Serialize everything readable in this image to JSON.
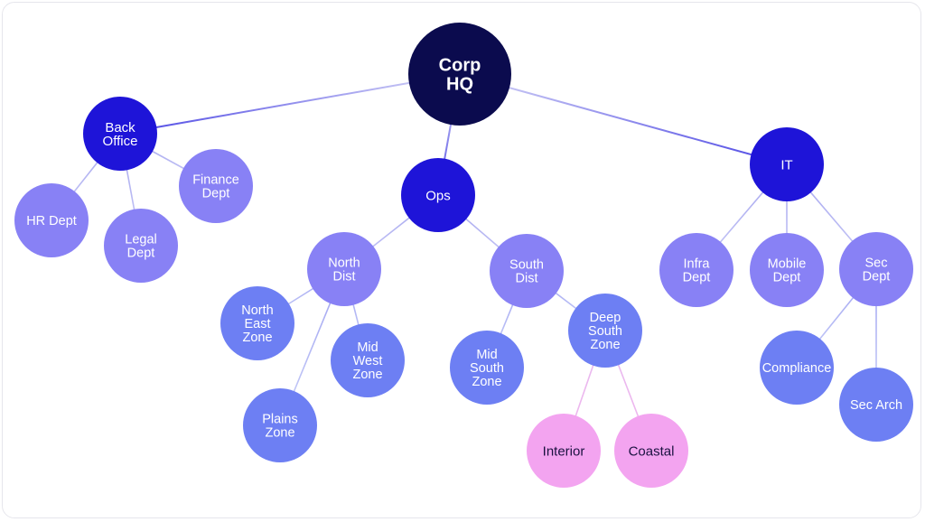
{
  "diagram": {
    "colors": {
      "root": "#0b0b4e",
      "level1": "#1e14d8",
      "level2": "#8881f5",
      "level3": "#6d7ff3",
      "leaf_pink": "#f3a4f0",
      "text_light": "#ffffff",
      "text_dark": "#1a1240"
    },
    "nodes": [
      {
        "id": "corp-hq",
        "label": [
          "Corp",
          "HQ"
        ],
        "level": "root"
      },
      {
        "id": "back-office",
        "label": [
          "Back",
          "Office"
        ],
        "level": "level1"
      },
      {
        "id": "ops",
        "label": [
          "Ops"
        ],
        "level": "level1"
      },
      {
        "id": "it",
        "label": [
          "IT"
        ],
        "level": "level1"
      },
      {
        "id": "hr-dept",
        "label": [
          "HR Dept"
        ],
        "level": "level2"
      },
      {
        "id": "legal-dept",
        "label": [
          "Legal",
          "Dept"
        ],
        "level": "level2"
      },
      {
        "id": "finance-dept",
        "label": [
          "Finance",
          "Dept"
        ],
        "level": "level2"
      },
      {
        "id": "north-dist",
        "label": [
          "North",
          "Dist"
        ],
        "level": "level2"
      },
      {
        "id": "south-dist",
        "label": [
          "South",
          "Dist"
        ],
        "level": "level2"
      },
      {
        "id": "infra-dept",
        "label": [
          "Infra",
          "Dept"
        ],
        "level": "level2"
      },
      {
        "id": "mobile-dept",
        "label": [
          "Mobile",
          "Dept"
        ],
        "level": "level2"
      },
      {
        "id": "sec-dept",
        "label": [
          "Sec",
          "Dept"
        ],
        "level": "level2"
      },
      {
        "id": "north-east-zone",
        "label": [
          "North",
          "East",
          "Zone"
        ],
        "level": "level3"
      },
      {
        "id": "plains-zone",
        "label": [
          "Plains",
          "Zone"
        ],
        "level": "level3"
      },
      {
        "id": "mid-west-zone",
        "label": [
          "Mid",
          "West",
          "Zone"
        ],
        "level": "level3"
      },
      {
        "id": "mid-south-zone",
        "label": [
          "Mid",
          "South",
          "Zone"
        ],
        "level": "level3"
      },
      {
        "id": "deep-south-zone",
        "label": [
          "Deep",
          "South",
          "Zone"
        ],
        "level": "level3"
      },
      {
        "id": "compliance",
        "label": [
          "Compliance"
        ],
        "level": "level3"
      },
      {
        "id": "sec-arch",
        "label": [
          "Sec Arch"
        ],
        "level": "level3"
      },
      {
        "id": "interior",
        "label": [
          "Interior"
        ],
        "level": "leaf_pink"
      },
      {
        "id": "coastal",
        "label": [
          "Coastal"
        ],
        "level": "leaf_pink"
      }
    ],
    "edges": [
      {
        "from": "corp-hq",
        "to": "back-office"
      },
      {
        "from": "corp-hq",
        "to": "ops"
      },
      {
        "from": "corp-hq",
        "to": "it"
      },
      {
        "from": "back-office",
        "to": "hr-dept"
      },
      {
        "from": "back-office",
        "to": "legal-dept"
      },
      {
        "from": "back-office",
        "to": "finance-dept"
      },
      {
        "from": "ops",
        "to": "north-dist"
      },
      {
        "from": "ops",
        "to": "south-dist"
      },
      {
        "from": "north-dist",
        "to": "north-east-zone"
      },
      {
        "from": "north-dist",
        "to": "plains-zone"
      },
      {
        "from": "north-dist",
        "to": "mid-west-zone"
      },
      {
        "from": "south-dist",
        "to": "mid-south-zone"
      },
      {
        "from": "south-dist",
        "to": "deep-south-zone"
      },
      {
        "from": "deep-south-zone",
        "to": "interior"
      },
      {
        "from": "deep-south-zone",
        "to": "coastal"
      },
      {
        "from": "it",
        "to": "infra-dept"
      },
      {
        "from": "it",
        "to": "mobile-dept"
      },
      {
        "from": "it",
        "to": "sec-dept"
      },
      {
        "from": "sec-dept",
        "to": "compliance"
      },
      {
        "from": "sec-dept",
        "to": "sec-arch"
      }
    ]
  }
}
